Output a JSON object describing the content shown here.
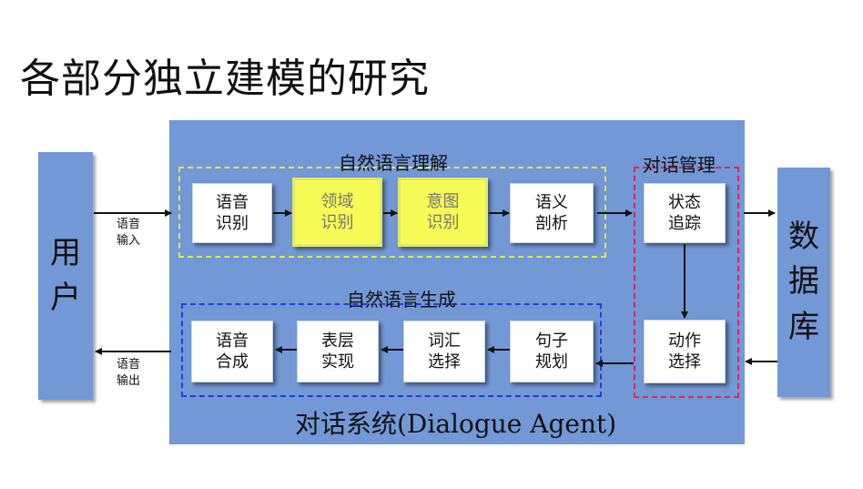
{
  "title": "各部分独立建模的研究",
  "user_label": "用户",
  "database_label": "数据库",
  "system_label": "对话系统(Dialogue Agent)",
  "nlu": {
    "label": "自然语言理解",
    "boxes": [
      "语音\n识别",
      "领域\n识别",
      "意图\n识别",
      "语义\n剖析"
    ]
  },
  "dm": {
    "label": "对话管理",
    "state_tracking": "状态\n追踪",
    "action_selection": "动作\n选择"
  },
  "nlg": {
    "label": "自然语言生成",
    "boxes": [
      "语音\n合成",
      "表层\n实现",
      "词汇\n选择",
      "句子\n规划"
    ]
  },
  "speech_input": "语音\n输入",
  "speech_output": "语音\n输出",
  "colors": {
    "panel": "#7398d6",
    "highlight": "#f6fb55",
    "nlu_border": "#e0e84a",
    "nlg_border": "#1f3fe0",
    "dm_border": "#e0245a"
  }
}
